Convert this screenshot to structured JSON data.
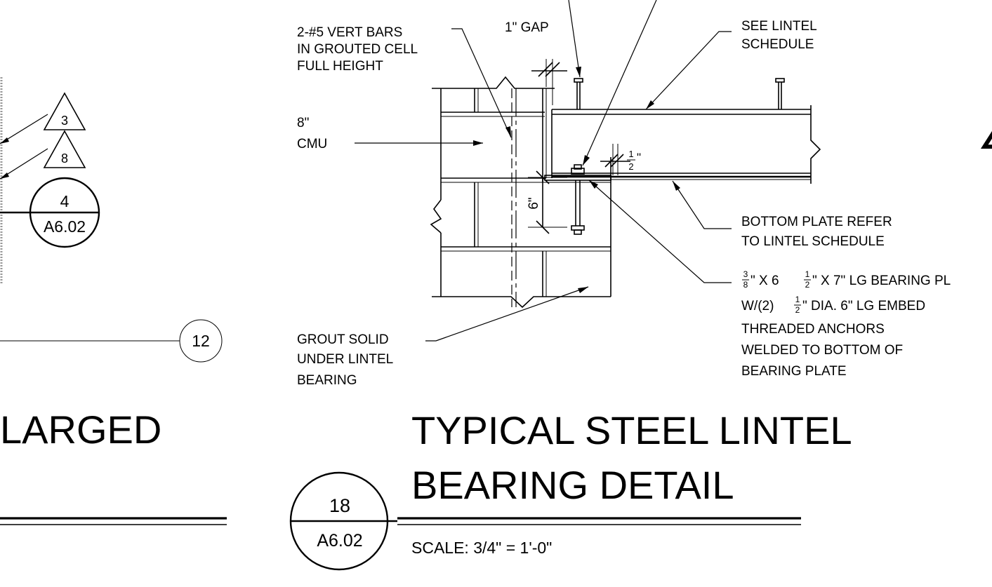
{
  "left_detail": {
    "triangle_tag_1": "3",
    "triangle_tag_2": "8",
    "section_tag_number": "4",
    "section_tag_sheet": "A6.02",
    "grid_bubble": "12",
    "title_fragment": "LARGED"
  },
  "right_edge_fragment": "∠",
  "main_detail": {
    "notes": {
      "vert_bars": [
        "2-#5 VERT BARS",
        "IN GROUTED CELL",
        "FULL HEIGHT"
      ],
      "gap": "1\" GAP",
      "see_lintel": [
        "SEE LINTEL",
        "SCHEDULE"
      ],
      "cmu": [
        "8\"",
        "CMU"
      ],
      "half_inch": {
        "num": "1",
        "den": "2",
        "unit": "\""
      },
      "six_inch": "6\"",
      "bottom_plate": [
        "BOTTOM PLATE REFER",
        "TO LINTEL SCHEDULE"
      ],
      "bearing_plate": {
        "line1": {
          "num": "3",
          "den": "8",
          "text_a": "\" X 6 ",
          "num2": "1",
          "den2": "2",
          "text_b": "\" X 7\" LG BEARING PL"
        },
        "line2": {
          "text_a": "W/(2) ",
          "num": "1",
          "den": "2",
          "text_b": "\" DIA. 6\" LG EMBED"
        },
        "line3": "THREADED ANCHORS",
        "line4": "WELDED TO BOTTOM OF",
        "line5": "BEARING PLATE"
      },
      "grout": [
        "GROUT SOLID",
        "UNDER LINTEL",
        "BEARING"
      ]
    },
    "title": [
      "TYPICAL STEEL LINTEL",
      "BEARING DETAIL"
    ],
    "detail_number": "18",
    "detail_sheet": "A6.02",
    "scale": "SCALE: 3/4\" = 1'-0\""
  }
}
